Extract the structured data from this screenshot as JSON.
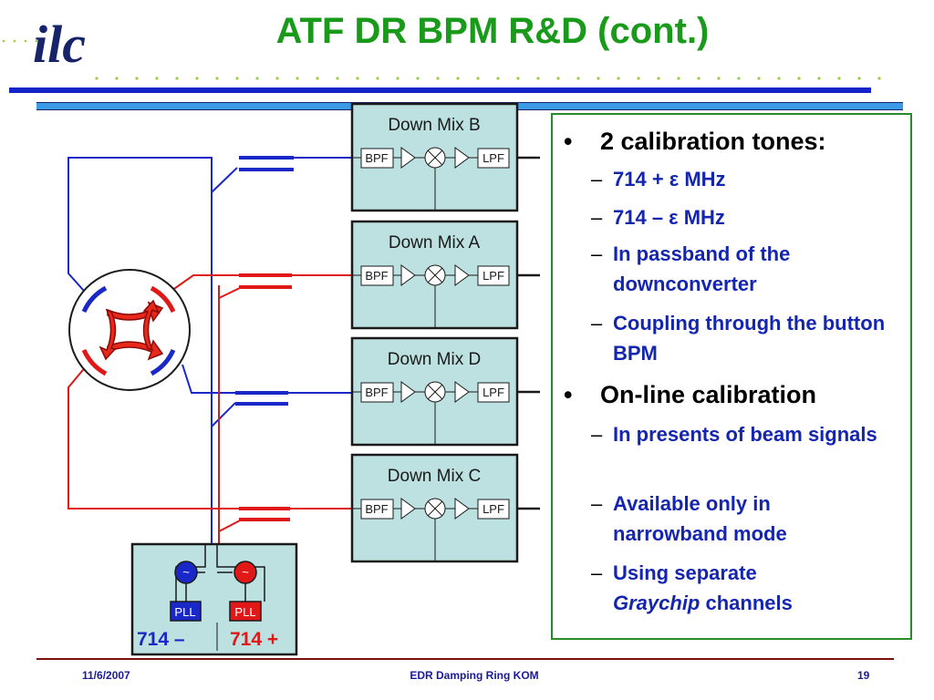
{
  "header": {
    "logo_text": "ilc",
    "title": "ATF DR BPM R&D (cont.)"
  },
  "diagram": {
    "mixers": [
      {
        "label": "Down Mix B",
        "bpf": "BPF",
        "lpf": "LPF"
      },
      {
        "label": "Down Mix A",
        "bpf": "BPF",
        "lpf": "LPF"
      },
      {
        "label": "Down Mix D",
        "bpf": "BPF",
        "lpf": "LPF"
      },
      {
        "label": "Down Mix C",
        "bpf": "BPF",
        "lpf": "LPF"
      }
    ],
    "oscillators": {
      "left_symbol": "~",
      "right_symbol": "~",
      "left_pll": "PLL",
      "right_pll": "PLL",
      "left_freq": "714 –",
      "right_freq": "714 +"
    },
    "colors": {
      "blue": "#1a28c8",
      "red": "#e01818",
      "box_fill": "#bde0e0"
    }
  },
  "bullets": [
    {
      "text": "2 calibration tones:",
      "sub": [
        "714 + ε MHz",
        "714 – ε MHz",
        "In passband of the downconverter",
        "Coupling through the button BPM"
      ]
    },
    {
      "text": "On-line calibration",
      "sub": [
        "In presents of beam signals",
        "Available only in narrowband mode"
      ]
    }
  ],
  "last_sub": {
    "prefix": "Using separate",
    "italic": "Graychip",
    "suffix": " channels"
  },
  "footer": {
    "date": "11/6/2007",
    "center": "EDR Damping Ring KOM",
    "page": "19"
  }
}
